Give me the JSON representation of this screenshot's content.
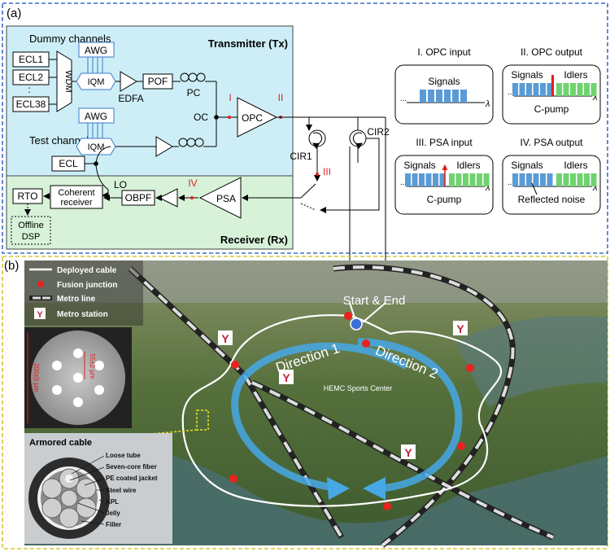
{
  "panel_a": {
    "label": "(a)",
    "tx_title": "Transmitter (Tx)",
    "rx_title": "Receiver (Rx)",
    "dummy_channels": "Dummy channels",
    "test_channel": "Test channel",
    "ecl1": "ECL1",
    "ecl2": "ECL2",
    "ecl_dots": ":",
    "ecl38": "ECL38",
    "wdm": "WDM",
    "awg": "AWG",
    "iqm": "IQM",
    "edfa": "EDFA",
    "pof": "POF",
    "pc": "PC",
    "oc": "OC",
    "opc": "OPC",
    "ecl": "ECL",
    "lo": "LO",
    "rto": "RTO",
    "offline_dsp": [
      "Offline",
      "DSP"
    ],
    "coherent_receiver": [
      "Coherent",
      "receiver"
    ],
    "obpf": "OBPF",
    "psa": "PSA",
    "cir1": "CIR1",
    "cir2": "CIR2",
    "marks": [
      "I",
      "II",
      "III",
      "IV"
    ],
    "spectra": [
      {
        "title": "I.  OPC input",
        "labels": [
          "Signals"
        ],
        "pump": ""
      },
      {
        "title": "II.  OPC output",
        "labels": [
          "Signals",
          "Idlers"
        ],
        "pump": "C-pump"
      },
      {
        "title": "III.  PSA input",
        "labels": [
          "Signals",
          "Idlers"
        ],
        "pump": "C-pump"
      },
      {
        "title": "IV.  PSA output",
        "labels": [
          "Signals",
          "Idlers"
        ],
        "pump": "Reflected noise"
      }
    ],
    "spectrum_dots": "...",
    "lambda": "λ"
  },
  "panel_b": {
    "label": "(b)",
    "legend": [
      "Deployed cable",
      "Fusion junction",
      "Metro line",
      "Metro station"
    ],
    "start_end": "Start & End",
    "direction1": "Direction 1",
    "direction2": "Direction 2",
    "sports_center": "HEMC Sports Center",
    "fiber_dim1": "200±5 μm",
    "fiber_dim2": "55±2 μm",
    "armored_title": "Armored cable",
    "armored_labels": [
      "Loose tube",
      "Seven-core fiber",
      "PE coated jacket",
      "Steel wire",
      "APL",
      "Jelly",
      "Filler"
    ]
  },
  "colors": {
    "tx_bg": "#cdeef7",
    "rx_bg": "#d7f2d8",
    "signal_blue": "#5b9bd5",
    "idler_green": "#6fd36f",
    "pump_red": "#e0201b",
    "frame_blue": "#3c6fc8",
    "frame_yellow": "#d6c630",
    "arrow_blue": "#47a8e6",
    "cable_white": "#ffffff",
    "junction_red": "#e8231e"
  }
}
